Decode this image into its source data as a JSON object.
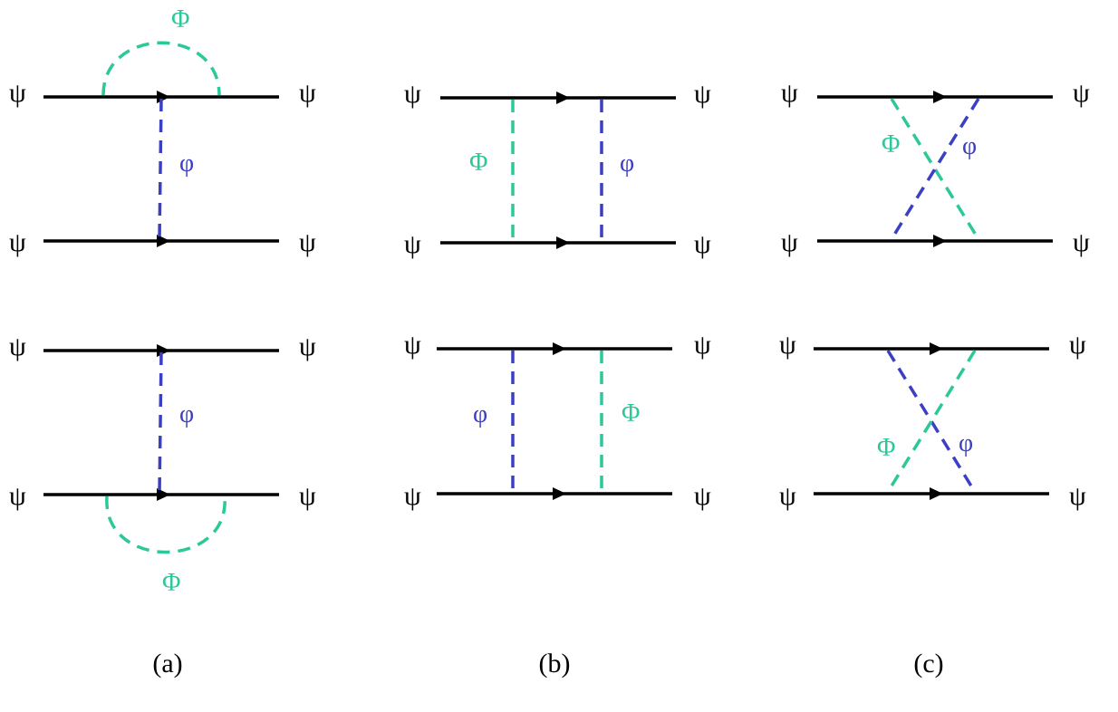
{
  "colors": {
    "fermion": "#000000",
    "Phi": "#2dc89a",
    "phi": "#3b3fc4"
  },
  "labels": {
    "psi": "ψ",
    "Phi": "Φ",
    "phi": "φ"
  },
  "captions": {
    "a": "(a)",
    "b": "(b)",
    "c": "(c)"
  }
}
